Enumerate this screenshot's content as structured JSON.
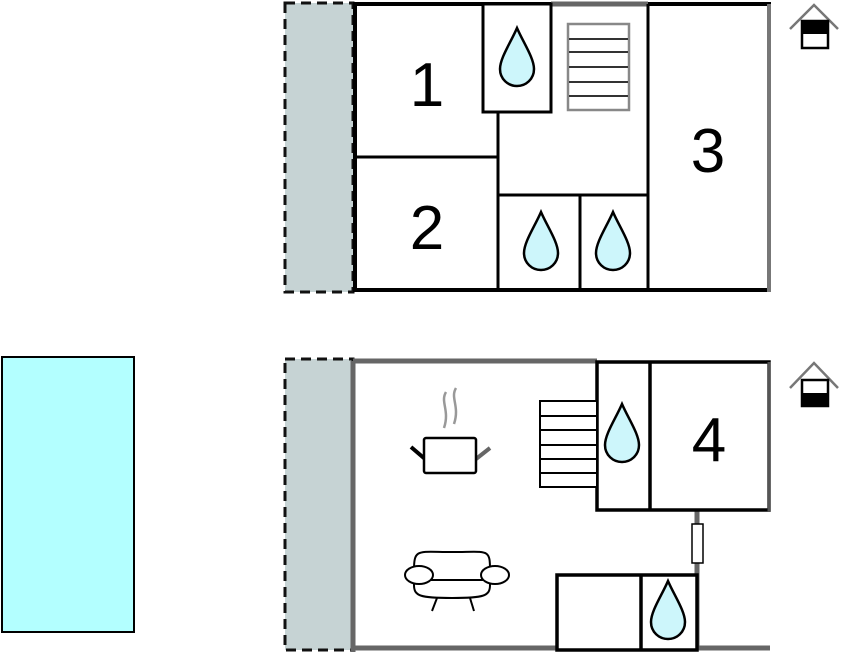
{
  "upper_floor": {
    "rooms": [
      {
        "label": "1"
      },
      {
        "label": "2"
      },
      {
        "label": "3"
      }
    ],
    "icons": [
      "water-drop-icon",
      "water-drop-icon",
      "water-drop-icon",
      "stairs-icon",
      "upper-floor-house-icon"
    ]
  },
  "ground_floor": {
    "rooms": [
      {
        "label": "4"
      }
    ],
    "icons": [
      "cooking-pot-icon",
      "sofa-icon",
      "stairs-icon",
      "water-drop-icon",
      "water-drop-icon",
      "ground-floor-house-icon"
    ]
  },
  "colors": {
    "terrace": "#c6d3d4",
    "pool": "#b3ffff",
    "water": "#cdf6fb",
    "wall": "#000000",
    "outer_wall_gray": "#6a6a6a"
  }
}
